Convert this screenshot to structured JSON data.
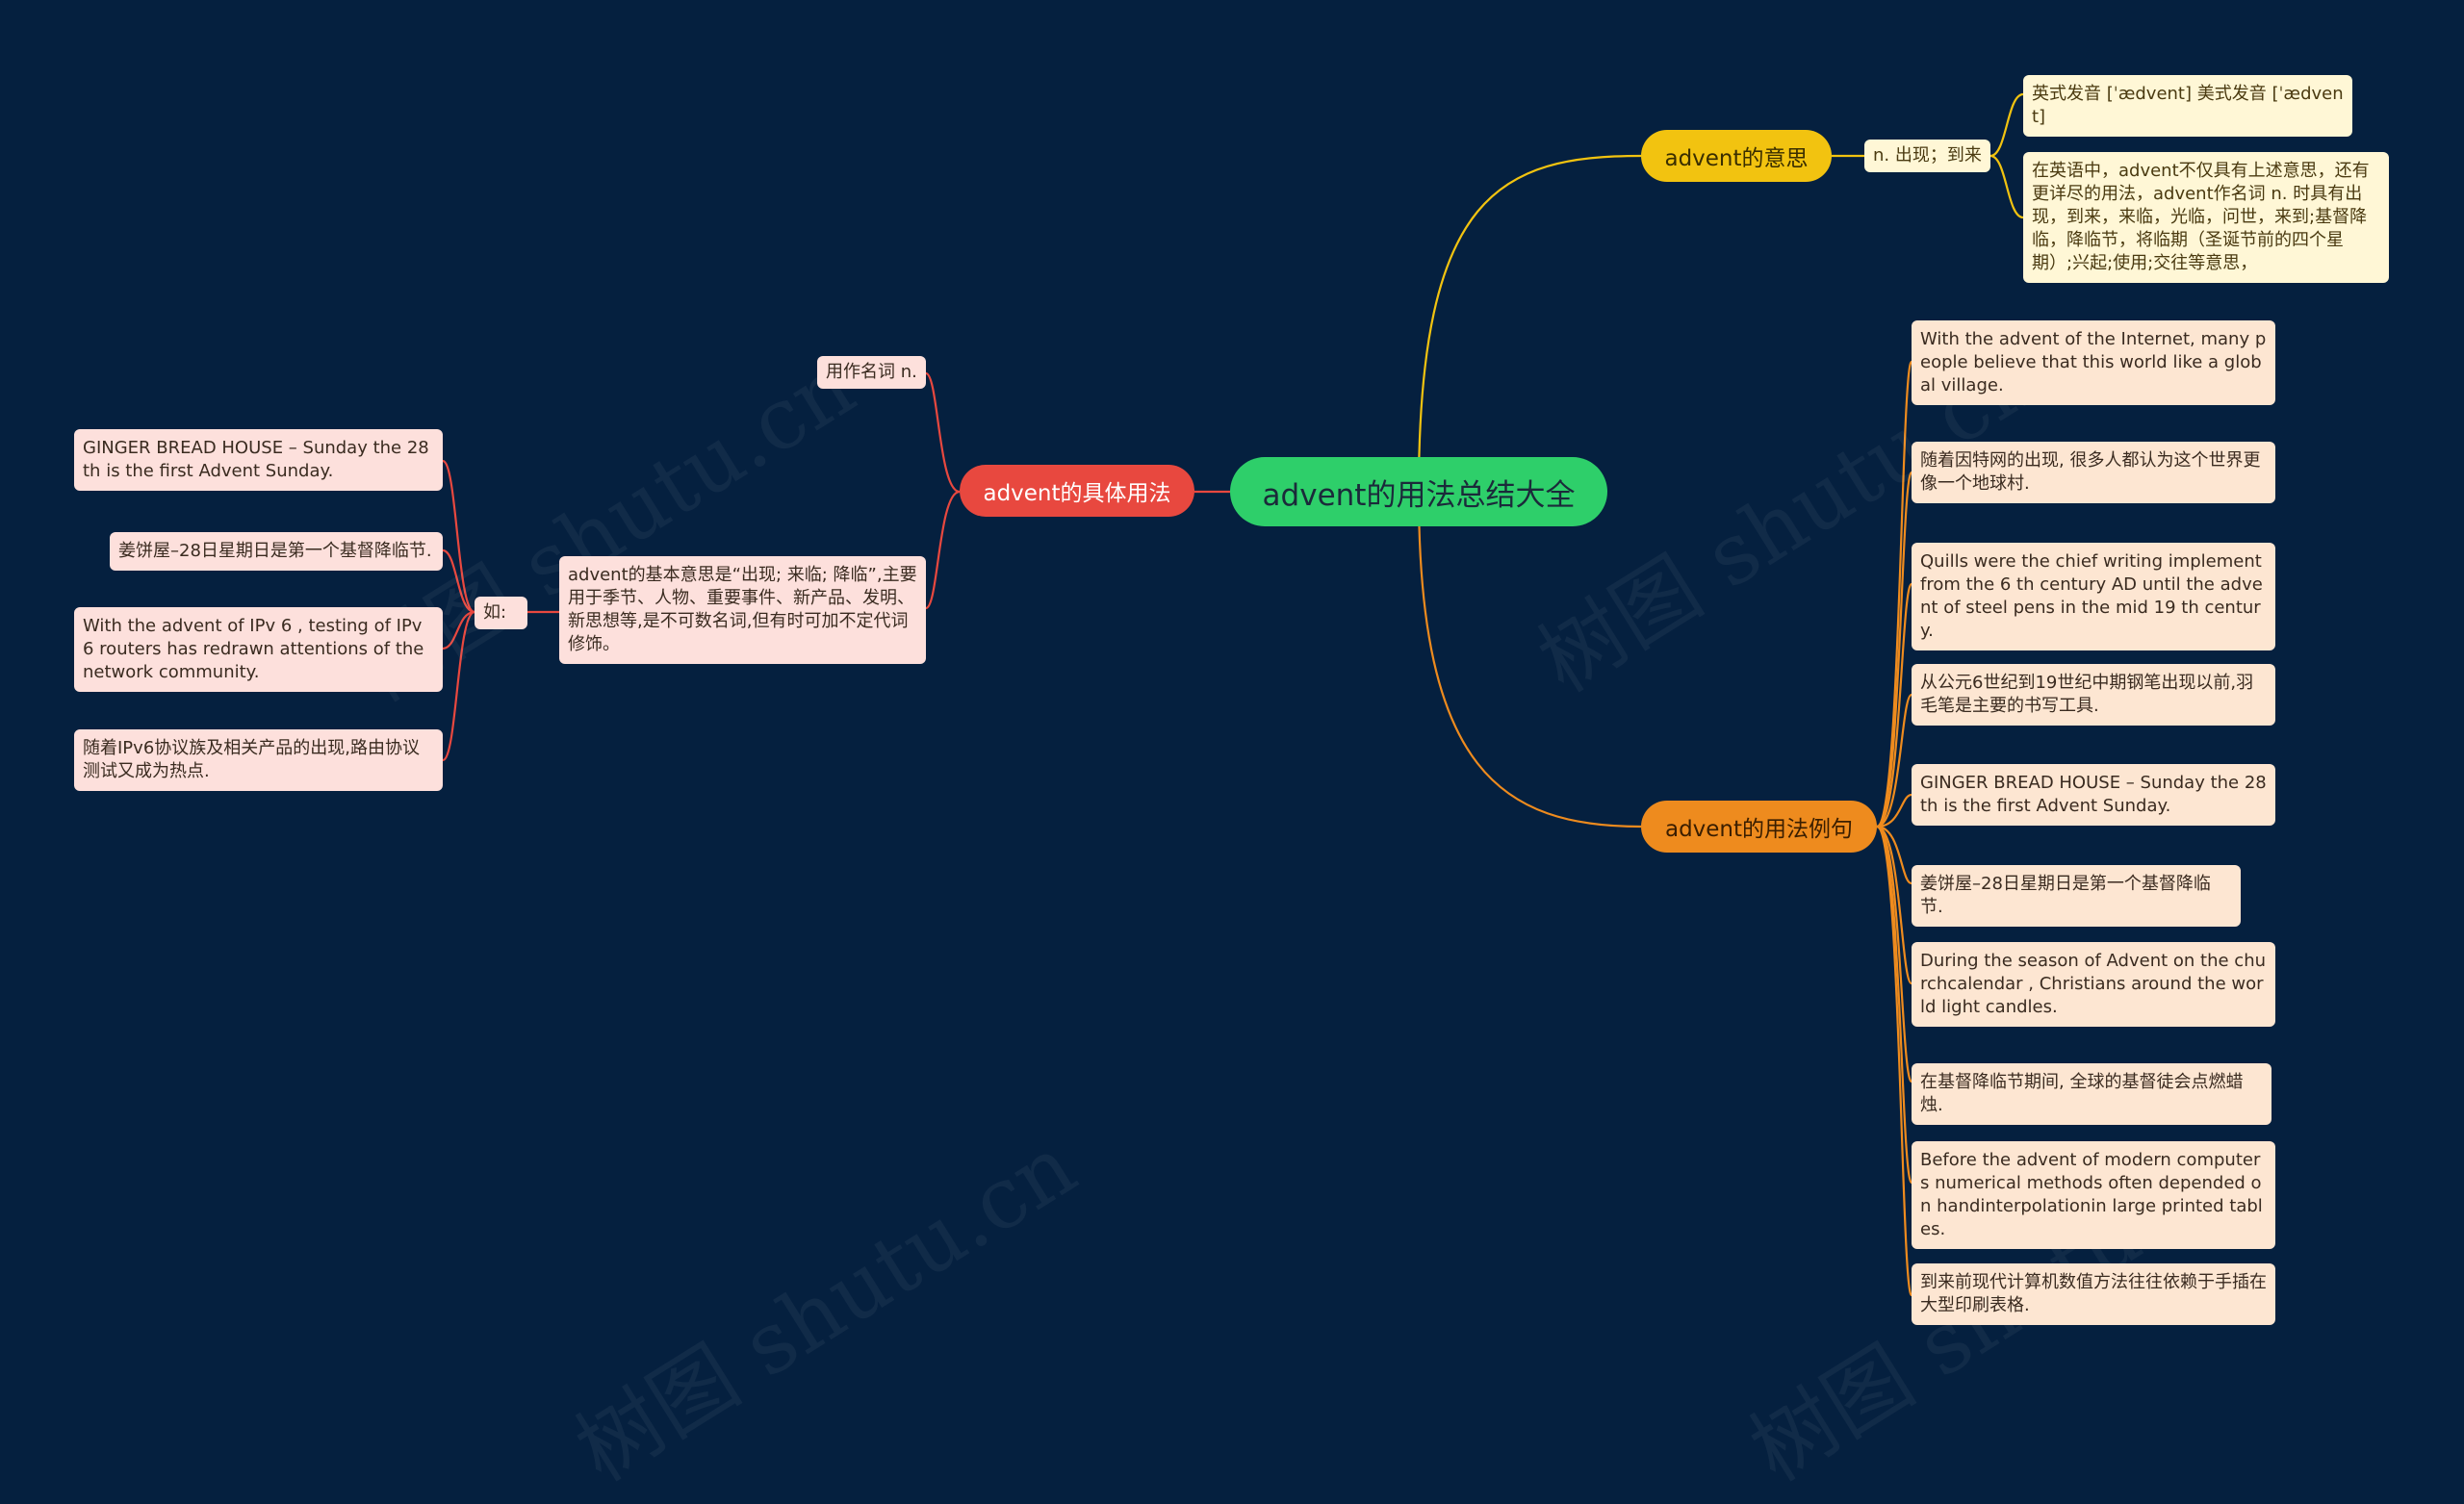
{
  "root": "advent的用法总结大全",
  "branches": {
    "meaning": {
      "label": "advent的意思",
      "sub": "n. 出现；到来",
      "items": [
        "英式发音 [ˈædvent] 美式发音 [ˈædvent]",
        "在英语中，advent不仅具有上述意思，还有更详尽的用法，advent作名词 n. 时具有出现，到来，来临，光临，问世，来到;基督降临，降临节，将临期（圣诞节前的四个星期）;兴起;使用;交往等意思，"
      ]
    },
    "usage": {
      "label": "advent的具体用法",
      "noun_tag": "用作名词 n.",
      "description": "advent的基本意思是“出现; 来临; 降临”,主要用于季节、人物、重要事件、新产品、发明、新思想等,是不可数名词,但有时可加不定代词修饰。",
      "example_tag": "如:",
      "examples": [
        "GINGER BREAD HOUSE – Sunday the 28 th is the first Advent Sunday.",
        "姜饼屋–28日星期日是第一个基督降临节.",
        "With the advent of IPv 6 , testing of IPv 6 routers has redrawn attentions of the network community.",
        "随着IPv6协议族及相关产品的出现,路由协议测试又成为热点."
      ]
    },
    "examples": {
      "label": "advent的用法例句",
      "items": [
        "With the advent of the Internet, many people believe that this world like a global village.",
        "随着因特网的出现, 很多人都认为这个世界更像一个地球村.",
        "Quills were the chief writing implement from the 6 th century AD until the advent of steel pens in the mid 19 th century.",
        "从公元6世纪到19世纪中期钢笔出现以前,羽毛笔是主要的书写工具.",
        "GINGER BREAD HOUSE – Sunday the 28 th is the first Advent Sunday.",
        "姜饼屋–28日星期日是第一个基督降临节.",
        "During the season of Advent on the churchcalendar , Christians around the world light candles.",
        "在基督降临节期间, 全球的基督徒会点燃蜡烛.",
        "Before the advent of modern computers numerical methods often depended on handinterpolationin large printed tables.",
        "到来前现代计算机数值方法往往依赖于手插在大型印刷表格."
      ]
    }
  },
  "watermark": "树图 shutu.cn",
  "colors": {
    "background": "#05203f",
    "root": "#2ecf6a",
    "meaning": "#f2c310",
    "usage": "#e8483f",
    "examples": "#ee8b1e"
  }
}
